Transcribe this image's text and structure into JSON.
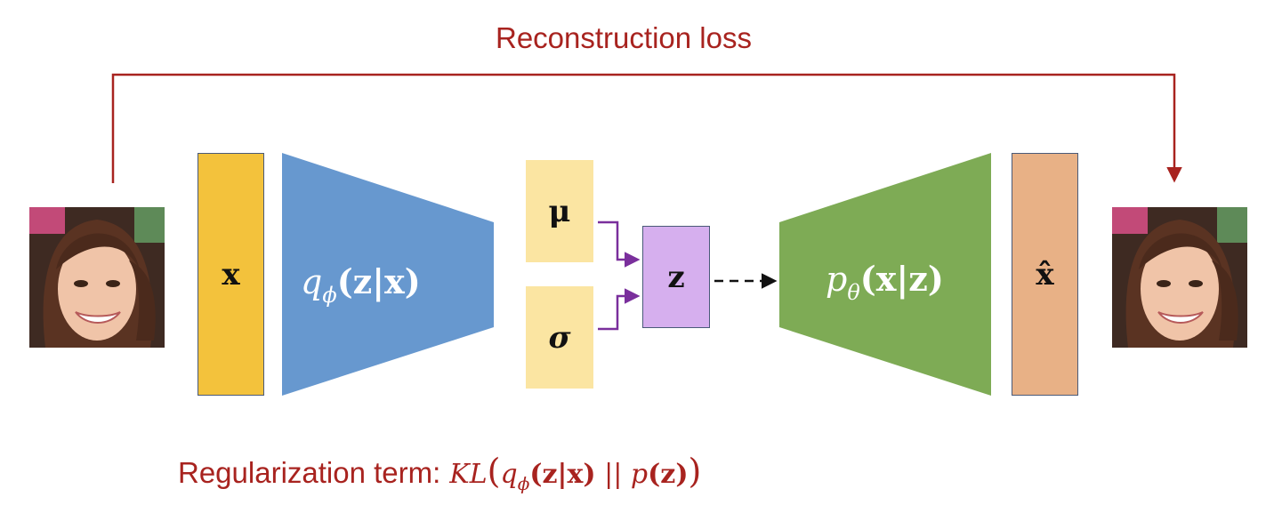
{
  "colors": {
    "loss_red": "#a8231f",
    "input_box": "#f3c23c",
    "encoder": "#6798cf",
    "latent_params": "#fbe5a2",
    "latent_z": "#d6afee",
    "decoder": "#7eab55",
    "output_box": "#e8b186",
    "purple_arrow": "#7a2f9c"
  },
  "title": "Reconstruction loss",
  "input": {
    "label": "x",
    "icon": "face-photo-icon"
  },
  "encoder": {
    "label_main": "q",
    "label_sub": "ϕ",
    "label_args": "(z|x)"
  },
  "latent": {
    "mu": "μ",
    "sigma": "σ",
    "z": "z"
  },
  "decoder": {
    "label_main": "p",
    "label_sub": "θ",
    "label_args": "(x|z)"
  },
  "output": {
    "label": "x̂",
    "icon": "face-photo-icon"
  },
  "regularization": {
    "text": "Regularization term:",
    "expr_prefix": "KL",
    "expr_q": "q",
    "expr_q_sub": "ϕ",
    "expr_q_args": "(z|x)",
    "expr_sep": "||",
    "expr_p": "p",
    "expr_p_args": "(z)"
  }
}
